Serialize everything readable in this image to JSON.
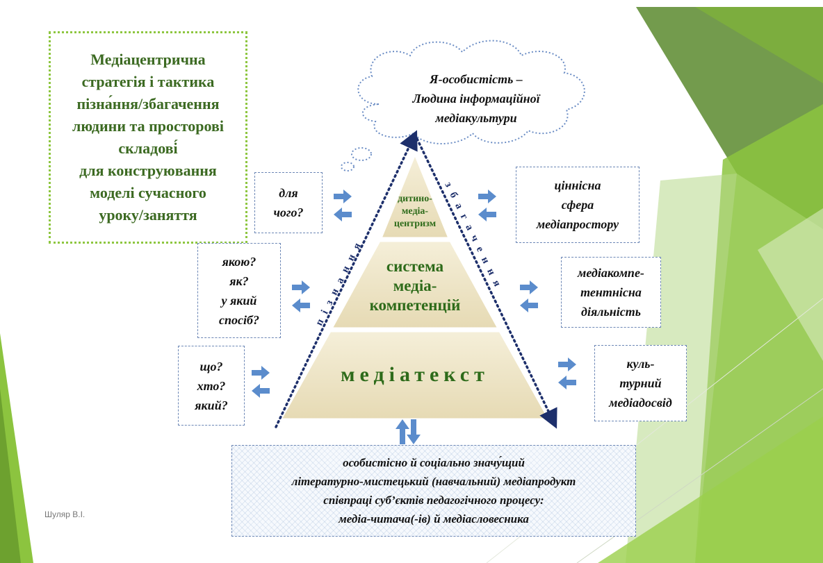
{
  "title": {
    "text": "Медіацентрична\nстратегія і тактика\nпізна́ння/збагачення\nлюдини та просторові\nскладові́\nдля конструювання\nмоделі сучасного\nуроку/заняття"
  },
  "cloud": {
    "text": "Я-особистість –\nЛюдина інформаційної\nмедіакультури"
  },
  "pyramid": {
    "top": "дитино-\nмедіа-\nцентризм",
    "middle": "система\nмедіа-\nкомпетенцій",
    "bottom": "медіатекст",
    "left_edge_label": "пізнання",
    "right_edge_label": "збагачення"
  },
  "left_questions": [
    {
      "text": "для\nчого?"
    },
    {
      "text": "якою?\nяк?\nу який\nспосіб?"
    },
    {
      "text": "що?\nхто?\nякий?"
    }
  ],
  "right_labels": [
    {
      "text": "ціннісна\nсфера\nмедіапростору"
    },
    {
      "text": "медіакомпе-\nтентнісна\nдіяльність"
    },
    {
      "text": "куль-\nтурний\nмедіадосвід"
    }
  ],
  "bottom_box": {
    "text": "особистісно й соціально значу́щий\nлітературно-мистецький (навчальний) медіапродукт\nспівпраці суб’єктів педагогічного процесу:\nмедіа-читача(-ів) й медіасловесника"
  },
  "author": {
    "text": "Шуляр В.І."
  },
  "colors": {
    "accent_green": "#8dc63f",
    "dark_green": "#3c6a22",
    "arrow_blue": "#5b8ccc",
    "pyramid_fill": "#efe6c6",
    "dotted_navy": "#1d2f6b"
  },
  "icons": {
    "cloud": "thought-cloud-icon",
    "arrows": "double-arrow-icon"
  }
}
